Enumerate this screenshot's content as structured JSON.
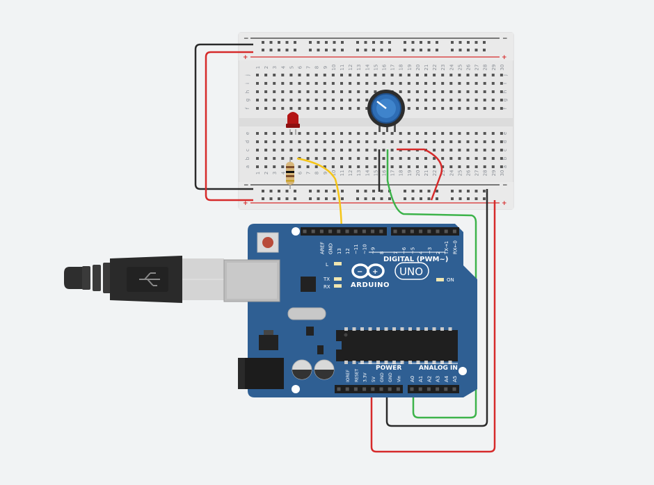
{
  "breadboard": {
    "columns": [
      "1",
      "2",
      "3",
      "4",
      "5",
      "6",
      "7",
      "8",
      "9",
      "10",
      "11",
      "12",
      "13",
      "14",
      "15",
      "16",
      "17",
      "18",
      "19",
      "20",
      "21",
      "22",
      "23",
      "24",
      "25",
      "26",
      "27",
      "28",
      "29",
      "30"
    ],
    "top_rows": [
      "j",
      "i",
      "h",
      "g",
      "f"
    ],
    "bottom_rows": [
      "e",
      "d",
      "c",
      "b",
      "a"
    ],
    "rail_minus": "−",
    "rail_plus": "+"
  },
  "arduino": {
    "logo_text": "ARDUINO",
    "model": "UNO",
    "digital_label": "DIGITAL (PWM~)",
    "power_label": "POWER",
    "analog_label": "ANALOG IN",
    "on_label": "ON",
    "l_label": "L",
    "tx_label": "TX",
    "rx_label": "RX",
    "digital_pins": [
      "AREF",
      "GND",
      "13",
      "12",
      "~11",
      "~10",
      "~9",
      "8",
      "7",
      "~6",
      "~5",
      "4",
      "~3",
      "2",
      "TX→1",
      "RX←0"
    ],
    "power_pins": [
      "IOREF",
      "RESET",
      "3.3V",
      "5V",
      "GND",
      "GND",
      "Vin"
    ],
    "analog_pins": [
      "A0",
      "A1",
      "A2",
      "A3",
      "A4",
      "A5"
    ]
  },
  "colors": {
    "background": "#f1f3f4",
    "board": "#2f5f93",
    "breadboard": "#e6e6e6",
    "wire_red": "#d62a2a",
    "wire_black": "#2a2a2a",
    "wire_green": "#3cb34a",
    "wire_yellow": "#f5c518"
  }
}
